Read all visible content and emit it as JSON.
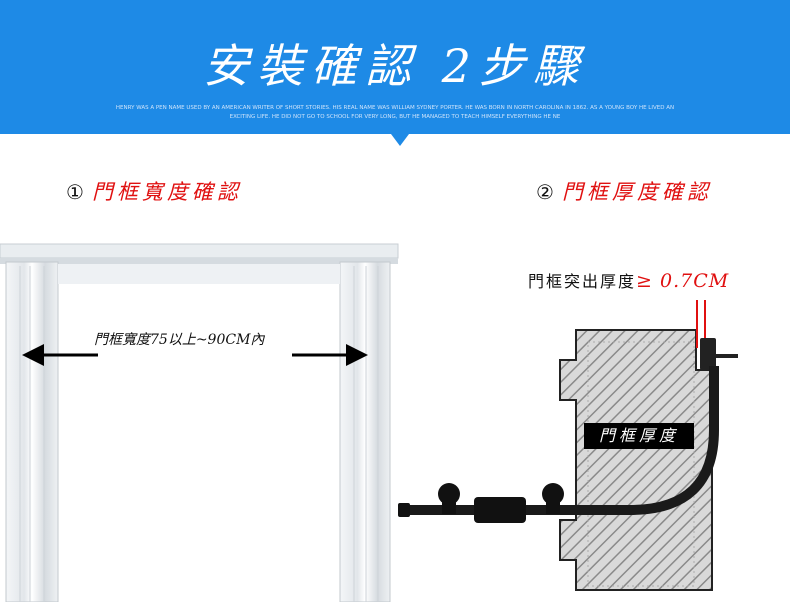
{
  "header": {
    "title": "安裝確認 2步驟",
    "subtitle": "HENRY WAS A PEN NAME USED BY AN AMERICAN WRITER OF SHORT STORIES. HIS REAL NAME WAS WILLIAM SYDNEY PORTER. HE WAS BORN IN NORTH CAROLINA IN 1862. AS A YOUNG BOY HE LIVED AN EXCITING LIFE. HE DID NOT GO TO SCHOOL FOR VERY LONG, BUT HE MANAGED TO TEACH HIMSELF EVERYTHING HE NE",
    "color": "#1e8ae6"
  },
  "step1": {
    "number": "①",
    "title": "門框寬度確認",
    "width_label": "門框寬度75以上~90CM內"
  },
  "step2": {
    "number": "②",
    "title": "門框厚度確認",
    "thickness_label": "門框突出厚度",
    "thickness_value": "≥ 0.7CM",
    "tag": "門框厚度"
  },
  "colors": {
    "accent": "#e01010",
    "text": "#111111"
  }
}
